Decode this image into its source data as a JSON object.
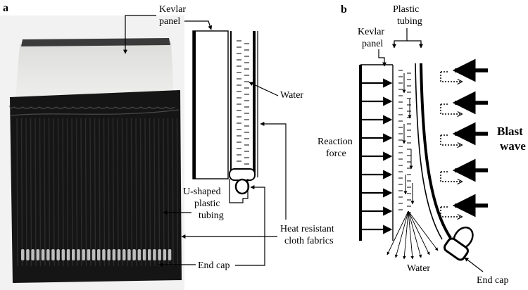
{
  "panels": {
    "a": {
      "letter": "a",
      "labels": {
        "kevlar_line1": "Kevlar",
        "kevlar_line2": "panel",
        "water": "Water",
        "u_shaped_line1": "U-shaped",
        "u_shaped_line2": "plastic",
        "u_shaped_line3": "tubing",
        "heat_line1": "Heat resistant",
        "heat_line2": "cloth fabrics",
        "end_cap": "End cap"
      }
    },
    "b": {
      "letter": "b",
      "labels": {
        "plastic_line1": "Plastic",
        "plastic_line2": "tubing",
        "kevlar_line1": "Kevlar",
        "kevlar_line2": "panel",
        "reaction_line1": "Reaction",
        "reaction_line2": "force",
        "blast_line1": "Blast",
        "blast_line2": "wave",
        "water": "Water",
        "end_cap": "End cap"
      }
    }
  },
  "colors": {
    "ink": "#000000",
    "kevlar_panel_photo": "#e8e8e6",
    "cloth_fabric_photo": "#151515",
    "photo_background": "#f2f2f2"
  }
}
